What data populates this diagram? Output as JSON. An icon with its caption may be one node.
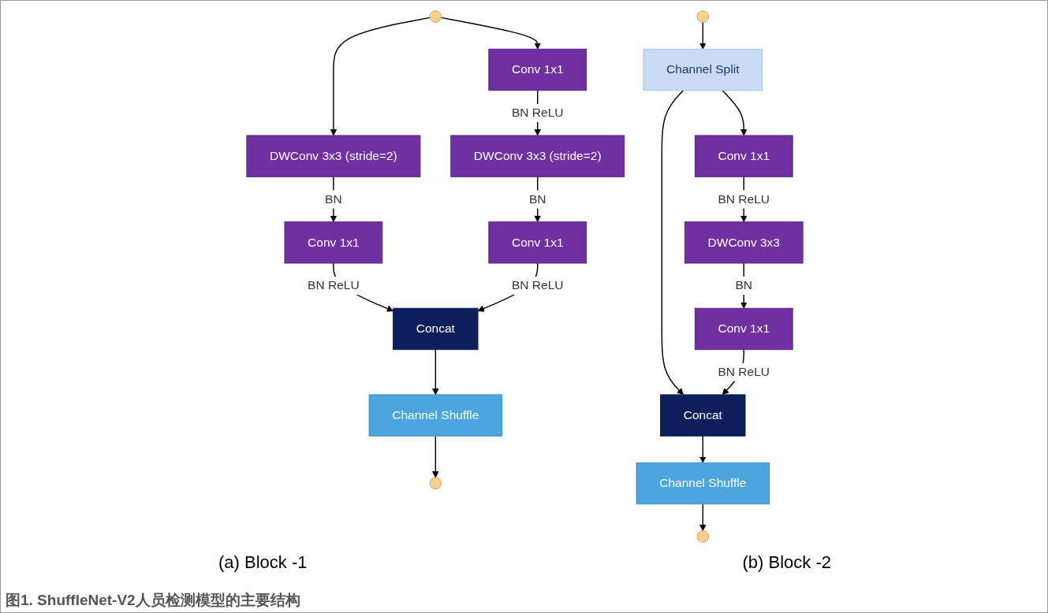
{
  "diagram": {
    "caption": "图1. ShuffleNet-V2人员检测模型的主要结构",
    "nodes": [
      {
        "text": [],
        "shape": "circle"
      },
      {
        "text": [
          "DWConv 3x3 (stride=2)"
        ]
      },
      {
        "text": [
          "Conv 1x1"
        ]
      },
      {
        "text": [
          "Conv 1x1"
        ]
      },
      {
        "text": [
          "DWConv 3x3 (stride=2)"
        ]
      },
      {
        "text": [
          "Conv 1x1"
        ]
      },
      {
        "text": [
          "Concat"
        ]
      },
      {
        "text": [
          "Channel Shuffle"
        ]
      },
      {
        "text": [],
        "shape": "circle"
      },
      {
        "text": [],
        "shape": "circle"
      },
      {
        "text": [
          "Channel Split"
        ]
      },
      {
        "text": [
          "Conv 1x1"
        ]
      },
      {
        "text": [
          "DWConv 3x3"
        ]
      },
      {
        "text": [
          "Conv 1x1"
        ]
      },
      {
        "text": [
          "Concat"
        ]
      },
      {
        "text": [
          "Channel Shuffle"
        ]
      },
      {
        "text": [],
        "shape": "circle"
      }
    ],
    "edges": [
      {
        "from": 0,
        "to": 1,
        "arrow": "to"
      },
      {
        "from": 0,
        "to": 3,
        "arrow": "to"
      },
      {
        "from": 1,
        "to": 2,
        "label": "BN",
        "arrow": "to"
      },
      {
        "from": 3,
        "to": 4,
        "label": "BN ReLU",
        "arrow": "to"
      },
      {
        "from": 4,
        "to": 5,
        "label": "BN",
        "arrow": "to"
      },
      {
        "from": 2,
        "to": 6,
        "label": "BN ReLU",
        "arrow": "to"
      },
      {
        "from": 5,
        "to": 6,
        "label": "BN ReLU",
        "arrow": "to"
      },
      {
        "from": 6,
        "to": 7,
        "arrow": "to"
      },
      {
        "from": 7,
        "to": 8,
        "arrow": "to"
      },
      {
        "from": 9,
        "to": 10,
        "arrow": "to"
      },
      {
        "from": 10,
        "to": 14,
        "arrow": "to"
      },
      {
        "from": 10,
        "to": 11,
        "arrow": "to"
      },
      {
        "from": 11,
        "to": 12,
        "label": "BN ReLU",
        "arrow": "to"
      },
      {
        "from": 12,
        "to": 13,
        "label": "BN",
        "arrow": "to"
      },
      {
        "from": 13,
        "to": 14,
        "label": "BN ReLU",
        "arrow": "to"
      },
      {
        "from": 14,
        "to": 15,
        "arrow": "to"
      },
      {
        "from": 15,
        "to": 16,
        "arrow": "to"
      }
    ],
    "labels": [
      "(a) Block -1",
      "(b) Block -2"
    ]
  }
}
